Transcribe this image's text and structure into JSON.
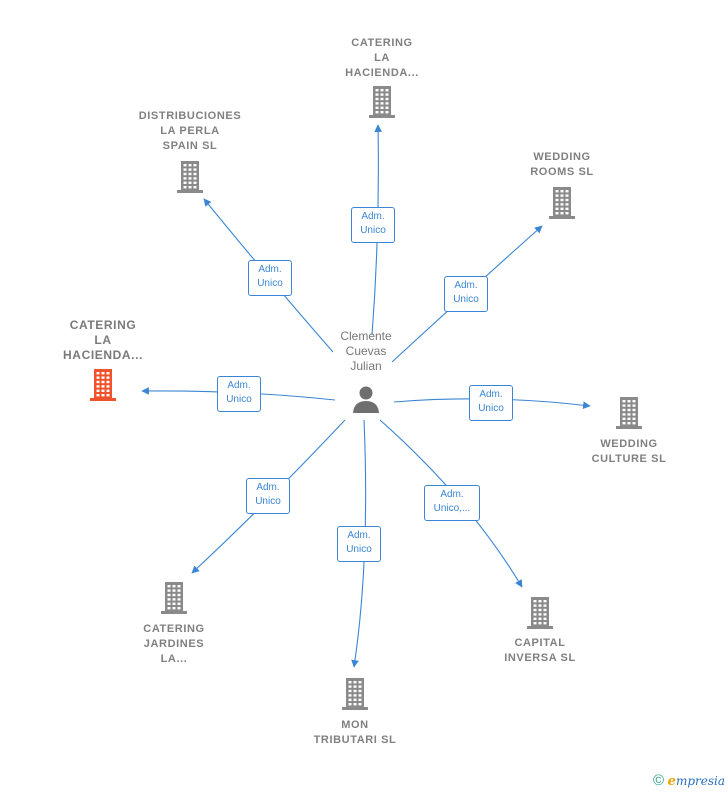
{
  "center": {
    "name_lines": [
      "Clemente",
      "Cuevas",
      "Julian"
    ],
    "icon": "person-icon"
  },
  "colors": {
    "edge": "#3b86d4",
    "building": "#8a8a8a",
    "building_highlight": "#f0532b"
  },
  "nodes": [
    {
      "id": "catering-top",
      "lines": [
        "CATERING",
        "LA",
        "HACIENDA..."
      ],
      "rel": [
        "Adm.",
        "Unico"
      ],
      "highlight": false
    },
    {
      "id": "distribuciones",
      "lines": [
        "DISTRIBUCIONES",
        "LA PERLA",
        "SPAIN  SL"
      ],
      "rel": [
        "Adm.",
        "Unico"
      ],
      "highlight": false
    },
    {
      "id": "wedding-rooms",
      "lines": [
        "WEDDING",
        "ROOMS  SL"
      ],
      "rel": [
        "Adm.",
        "Unico"
      ],
      "highlight": false
    },
    {
      "id": "catering-left",
      "lines": [
        "CATERING",
        "LA",
        "HACIENDA..."
      ],
      "rel": [
        "Adm.",
        "Unico"
      ],
      "highlight": true
    },
    {
      "id": "wedding-culture",
      "lines": [
        "WEDDING",
        "CULTURE  SL"
      ],
      "rel": [
        "Adm.",
        "Unico"
      ],
      "highlight": false
    },
    {
      "id": "catering-jardines",
      "lines": [
        "CATERING",
        "JARDINES",
        "LA..."
      ],
      "rel": [
        "Adm.",
        "Unico"
      ],
      "highlight": false
    },
    {
      "id": "mon-tributari",
      "lines": [
        "MON",
        "TRIBUTARI  SL"
      ],
      "rel": [
        "Adm.",
        "Unico"
      ],
      "highlight": false
    },
    {
      "id": "capital-inversa",
      "lines": [
        "CAPITAL",
        "INVERSA  SL"
      ],
      "rel": [
        "Adm.",
        "Unico,..."
      ],
      "highlight": false
    }
  ],
  "footer": {
    "copyright": "©",
    "brand_initial": "e",
    "brand_rest": "mpresia"
  }
}
